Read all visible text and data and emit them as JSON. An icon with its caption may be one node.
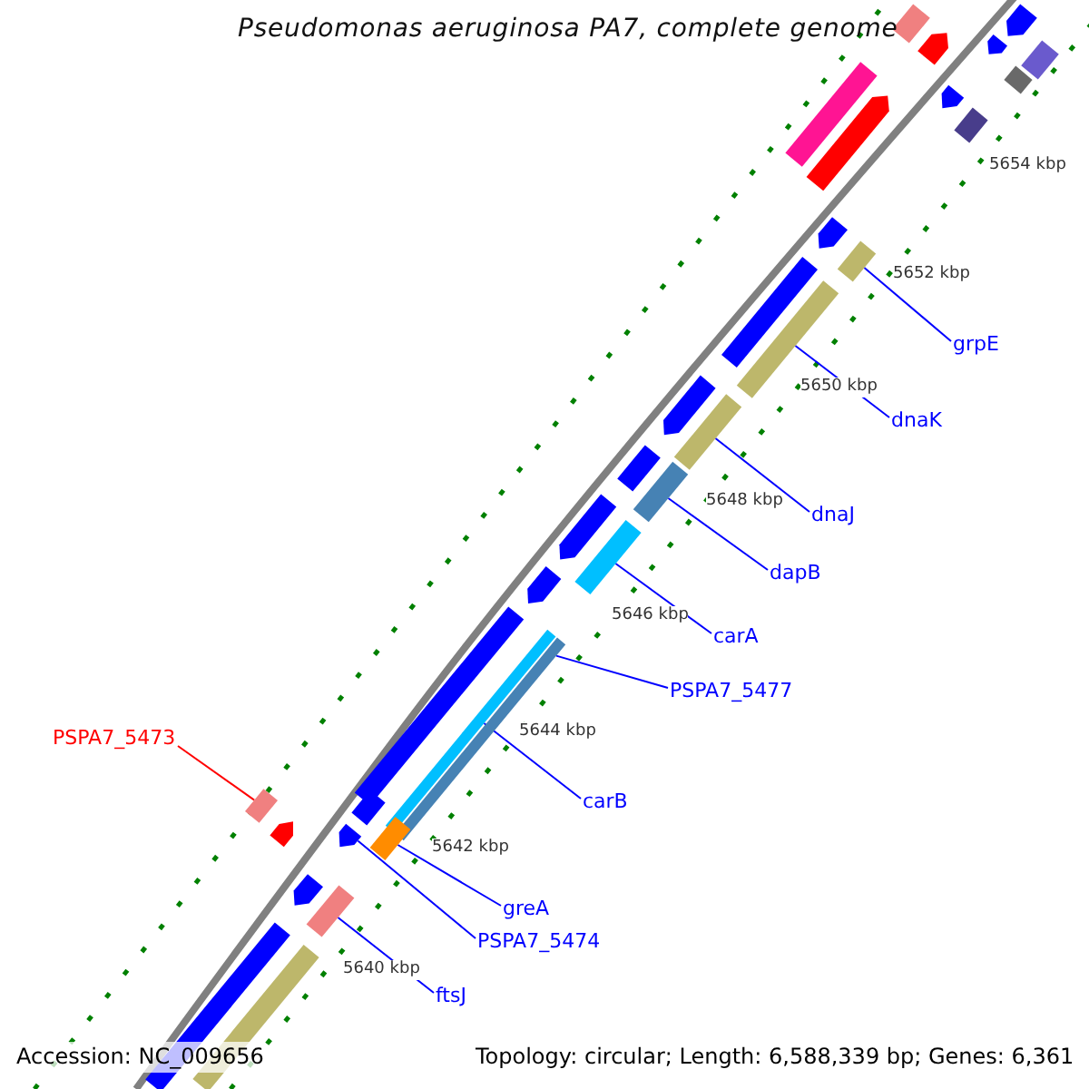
{
  "diagram": {
    "title": "Pseudomonas aeruginosa PA7, complete genome",
    "nodes": [
      {
        "text": [
          "grpE"
        ]
      },
      {
        "text": [],
        "shape": "bar"
      },
      {
        "text": [
          "dnaK"
        ]
      },
      {
        "text": [],
        "shape": "bar"
      },
      {
        "text": [
          "dnaJ"
        ]
      },
      {
        "text": [],
        "shape": "bar"
      },
      {
        "text": [
          "dapB"
        ]
      },
      {
        "text": [],
        "shape": "bar"
      },
      {
        "text": [
          "carA"
        ]
      },
      {
        "text": [],
        "shape": "bar"
      },
      {
        "text": [
          "PSPA7_5477"
        ]
      },
      {
        "text": [],
        "shape": "bar"
      },
      {
        "text": [
          "PSPA7_5473"
        ]
      },
      {
        "text": [],
        "shape": "bar"
      },
      {
        "text": [
          "carB"
        ]
      },
      {
        "text": [],
        "shape": "bar"
      },
      {
        "text": [
          "greA"
        ]
      },
      {
        "text": [],
        "shape": "bar"
      },
      {
        "text": [
          "PSPA7_5474"
        ]
      },
      {
        "text": [],
        "shape": "bar"
      },
      {
        "text": [
          "ftsJ"
        ]
      },
      {
        "text": [],
        "shape": "bar"
      },
      {
        "text": [],
        "shape": "bar"
      },
      {
        "text": [],
        "shape": "bar"
      },
      {
        "text": [],
        "shape": "bar"
      },
      {
        "text": [],
        "shape": "bar"
      },
      {
        "text": [],
        "shape": "bar"
      },
      {
        "text": [],
        "shape": "bar"
      },
      {
        "text": [],
        "shape": "bar"
      },
      {
        "text": [],
        "shape": "bar"
      },
      {
        "text": [],
        "shape": "bar"
      },
      {
        "text": [],
        "shape": "bar"
      },
      {
        "text": [],
        "shape": "bar"
      },
      {
        "text": [],
        "shape": "bar"
      },
      {
        "text": [],
        "shape": "bar"
      },
      {
        "text": [],
        "shape": "bar"
      },
      {
        "text": [],
        "shape": "bar"
      },
      {
        "text": [],
        "shape": "bar"
      },
      {
        "text": [],
        "shape": "bar"
      },
      {
        "text": [],
        "shape": "bar"
      },
      {
        "text": [],
        "shape": "bar"
      },
      {
        "text": [],
        "shape": "bar"
      },
      {
        "text": [],
        "shape": "bar"
      },
      {
        "text": [],
        "shape": "bar"
      }
    ],
    "edges": [
      {
        "from": 0,
        "to": 1,
        "arrow": "none"
      },
      {
        "from": 2,
        "to": 3,
        "arrow": "none"
      },
      {
        "from": 4,
        "to": 5,
        "arrow": "none"
      },
      {
        "from": 6,
        "to": 7,
        "arrow": "none"
      },
      {
        "from": 8,
        "to": 9,
        "arrow": "none"
      },
      {
        "from": 10,
        "to": 11,
        "arrow": "none"
      },
      {
        "from": 12,
        "to": 13,
        "arrow": "none",
        "color": "#ff0000"
      },
      {
        "from": 14,
        "to": 15,
        "arrow": "none"
      },
      {
        "from": 16,
        "to": 17,
        "arrow": "none"
      },
      {
        "from": 18,
        "to": 19,
        "arrow": "none"
      },
      {
        "from": 20,
        "to": 21,
        "arrow": "none"
      }
    ],
    "labels": [
      "5654 kbp",
      "5652 kbp",
      "5650 kbp",
      "5648 kbp",
      "5646 kbp",
      "5644 kbp",
      "5642 kbp",
      "5640 kbp",
      "Accession: NC_009656",
      "Topology: circular; Length: 6,588,339 bp; Genes: 6,361"
    ]
  }
}
